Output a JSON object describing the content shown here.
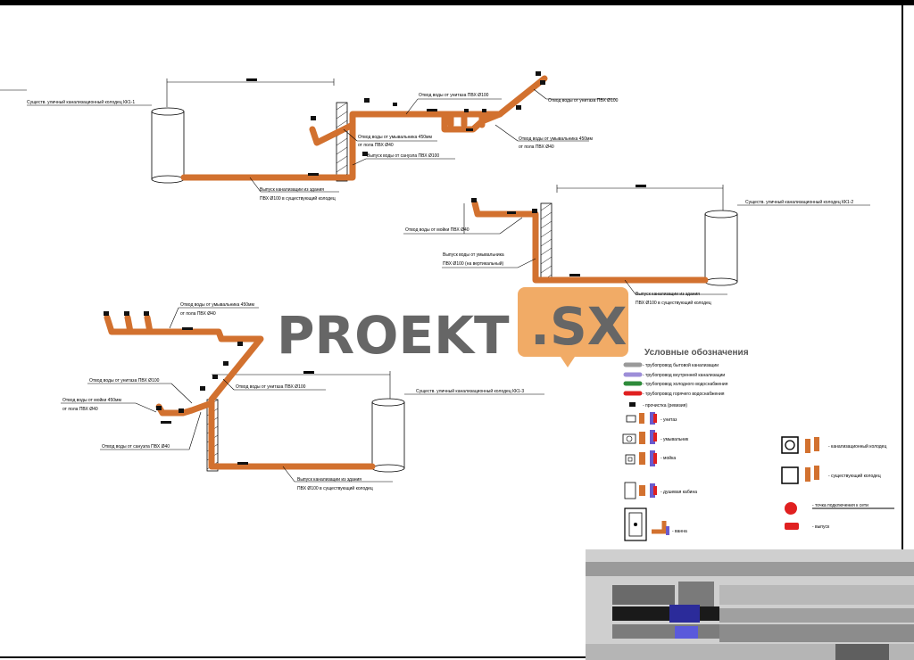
{
  "colors": {
    "pipe": "#d2712f",
    "legend_gray": "#9a9a9a",
    "legend_lilac": "#9d8ed8",
    "legend_green": "#2e8b3a",
    "legend_red": "#e02020",
    "watermark_gray": "#5a5a5a",
    "watermark_orange": "#f0a45a"
  },
  "watermark": {
    "left": "PROEKT",
    "right": ".SX"
  },
  "scheme1": {
    "well_label": "Существ. уличный канализационный колодец КК1-1",
    "dim": "0000",
    "outlet1": "Отвод воды от унитаза ПВХ Ø100",
    "outlet2": "Отвод воды от унитаза ПВХ Ø100",
    "outlet3": "Отвод воды от умывальника 450мм",
    "outlet3b": "от пола ПВХ Ø40",
    "outlet4": "Отвод воды от умывальника 450мм",
    "outlet4b": "от пола ПВХ Ø40",
    "riser": "Выпуск воды от санузла ПВХ Ø100",
    "main": "Выпуск канализации из здания",
    "mainb": "ПВХ Ø100 в существующий колодец"
  },
  "scheme2": {
    "well_label": "Существ. уличный канализационный колодец КК1-2",
    "dim": "0000",
    "outlet1": "Отвод воды от мойки ПВХ Ø40",
    "riser": "Выпуск воды от умывальника",
    "riserb": "ПВХ Ø100 (на вертикальный)",
    "main": "Выпуск канализации из здания",
    "mainb": "ПВХ Ø100 в существующий колодец"
  },
  "scheme3": {
    "well_label": "Существ. уличный канализационный колодец КК1-3",
    "dim": "0000",
    "outlet1": "Отвод воды от умывальника 450мм",
    "outlet1b": "от пола ПВХ Ø40",
    "outlet2": "Отвод воды от унитаза ПВХ Ø100",
    "outlet3": "Отвод воды от унитаза ПВХ Ø100",
    "outlet4": "Отвод воды от мойки 450мм",
    "outlet4b": "от пола ПВХ Ø40",
    "outlet5": "Отвод воды от санузла ПВХ Ø40",
    "main": "Выпуск канализации из здания",
    "mainb": "ПВХ Ø100 в существующий колодец"
  },
  "legend": {
    "title": "Условные обозначения",
    "items": [
      "- трубопровод бытовой канализации",
      "- трубопровод внутренней канализации",
      "- трубопровод холодного водоснабжения",
      "- трубопровод горячего водоснабжения",
      "- прочистка (ревизия)",
      "- унитаз",
      "- умывальник",
      "- мойка",
      "- душевая кабина",
      "- ванна"
    ],
    "right_items": [
      "- канализационный колодец",
      "- существующий колодец",
      "- точка подключения к сети",
      "- выпуск"
    ]
  }
}
